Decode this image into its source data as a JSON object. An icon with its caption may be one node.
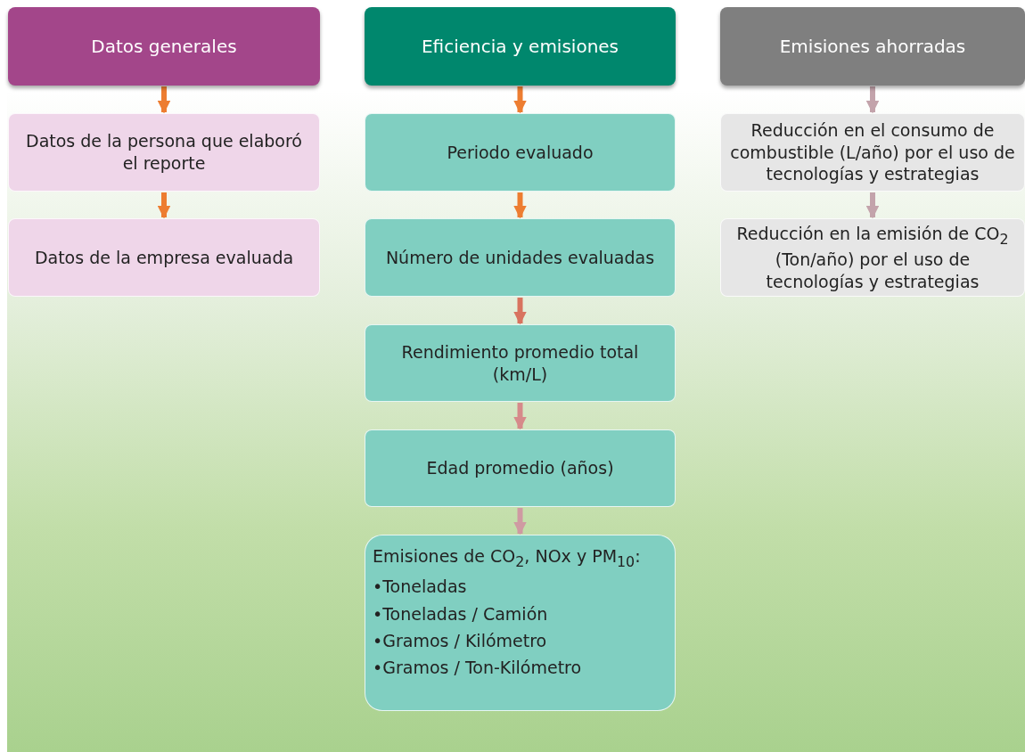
{
  "diagram": {
    "nodes": [
      {
        "text": [
          "Datos generales"
        ]
      },
      {
        "text": [
          "Datos de la persona que elaboró el reporte"
        ]
      },
      {
        "text": [
          "Datos de la empresa evaluada"
        ]
      },
      {
        "text": [
          "Eficiencia y emisiones"
        ]
      },
      {
        "text": [
          "Periodo evaluado"
        ]
      },
      {
        "text": [
          "Número de unidades evaluadas"
        ]
      },
      {
        "text": [
          "Rendimiento promedio total (km/L)"
        ]
      },
      {
        "text": [
          "Edad promedio (años)"
        ]
      },
      {
        "text": [
          "Emisiones de CO$_{2}$, NOx y PM$_{10}$:",
          "•Toneladas",
          "•Toneladas / Camión",
          "•Gramos / Kilómetro",
          "•Gramos / Ton-Kilómetro"
        ]
      },
      {
        "text": [
          "Emisiones ahorradas"
        ]
      },
      {
        "text": [
          "Reducción en el consumo de combustible (L/año) por el uso de tecnologías y estrategias"
        ]
      },
      {
        "text": [
          "Reducción en la emisión de CO$_{2}$ (Ton/año) por el uso de tecnologías y estrategias"
        ]
      }
    ],
    "edges": [
      {
        "from": 0,
        "to": 1,
        "arrow": "to"
      },
      {
        "from": 1,
        "to": 2,
        "arrow": "to"
      },
      {
        "from": 3,
        "to": 4,
        "arrow": "to"
      },
      {
        "from": 4,
        "to": 5,
        "arrow": "to"
      },
      {
        "from": 5,
        "to": 6,
        "arrow": "to",
        "color": "#d8735f"
      },
      {
        "from": 6,
        "to": 7,
        "arrow": "to",
        "color": "#d68a8a"
      },
      {
        "from": 7,
        "to": 8,
        "arrow": "to",
        "color": "#cf9aa2"
      },
      {
        "from": 9,
        "to": 10,
        "arrow": "to",
        "color": "#c3a3ab"
      },
      {
        "from": 10,
        "to": 11,
        "arrow": "to",
        "color": "#c3a3ab"
      }
    ]
  }
}
